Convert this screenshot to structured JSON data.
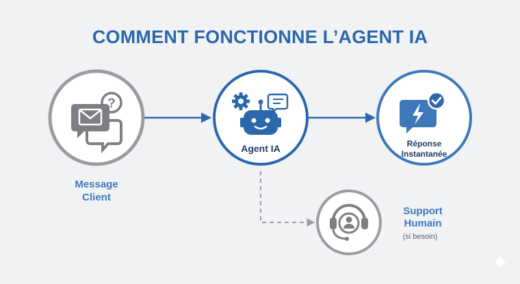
{
  "title": "COMMENT FONCTIONNE L’AGENT IA",
  "colors": {
    "background": "#f1f2f4",
    "primary_blue": "#2a67ad",
    "label_blue": "#3d79b9",
    "ring_grey": "#9a9ca0",
    "icon_grey": "#7d7f84",
    "arrow_blue": "#2a67ad",
    "arrow_grey": "#9a9ca0"
  },
  "nodes": {
    "message_client": {
      "label_line1": "Message",
      "label_line2": "Client",
      "icon": "envelope-chat-question-icon",
      "question_mark": "?"
    },
    "agent_ia": {
      "label": "Agent IA",
      "icon": "robot-gear-chat-icon"
    },
    "reponse": {
      "label_line1": "Réponse",
      "label_line2": "Instantanée",
      "icon": "lightning-chat-check-icon"
    },
    "support": {
      "label_line1": "Support",
      "label_line2": "Humain",
      "label_line3": "(si besoin)",
      "icon": "headset-user-icon"
    }
  },
  "connectors": [
    {
      "from": "message_client",
      "to": "agent_ia",
      "style": "solid"
    },
    {
      "from": "agent_ia",
      "to": "reponse",
      "style": "solid"
    },
    {
      "from": "agent_ia",
      "to": "support",
      "style": "dashed"
    }
  ],
  "watermark_icon": "sparkle-icon"
}
